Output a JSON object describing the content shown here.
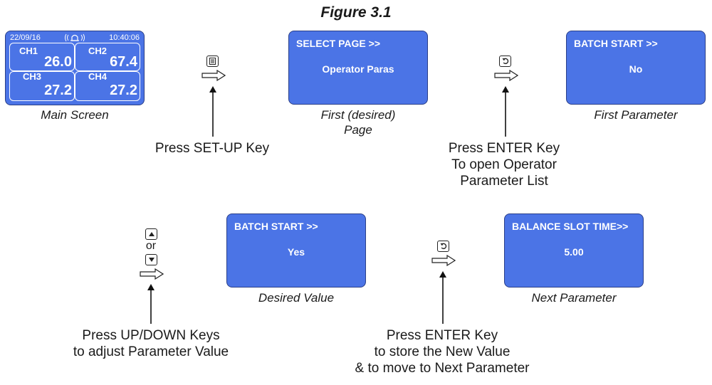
{
  "figure_title": "Figure 3.1",
  "main_screen": {
    "date": "22/09/16",
    "time": "10:40:06",
    "channels": [
      {
        "label": "CH1",
        "value": "26.0"
      },
      {
        "label": "CH2",
        "value": "67.4"
      },
      {
        "label": "CH3",
        "value": "27.2"
      },
      {
        "label": "CH4",
        "value": "27.2"
      }
    ],
    "caption": "Main Screen"
  },
  "screens": {
    "select_page": {
      "title": "SELECT PAGE >>",
      "value": "Operator Paras",
      "caption_line1": "First (desired)",
      "caption_line2": "Page"
    },
    "batch_start_no": {
      "title": "BATCH START >>",
      "value": "No",
      "caption": "First Parameter"
    },
    "batch_start_yes": {
      "title": "BATCH START >>",
      "value": "Yes",
      "caption": "Desired Value"
    },
    "balance_slot": {
      "title": "BALANCE SLOT TIME>>",
      "value": "5.00",
      "caption": "Next Parameter"
    }
  },
  "notes": {
    "setup": "Press SET-UP Key",
    "enter_open": [
      "Press ENTER Key",
      "To open Operator",
      "Parameter List"
    ],
    "updown": [
      "Press UP/DOWN Keys",
      "to adjust Parameter Value"
    ],
    "enter_store": [
      "Press ENTER Key",
      "to store the New Value",
      "& to move to Next Parameter"
    ]
  },
  "or_label": "or",
  "colors": {
    "screen_blue": "#4b74e6",
    "screen_border": "#2a3f88"
  },
  "icons": [
    "setup-key-icon",
    "enter-key-icon",
    "up-key-icon",
    "down-key-icon",
    "alarm-bell-icon",
    "right-arrow-icon"
  ]
}
